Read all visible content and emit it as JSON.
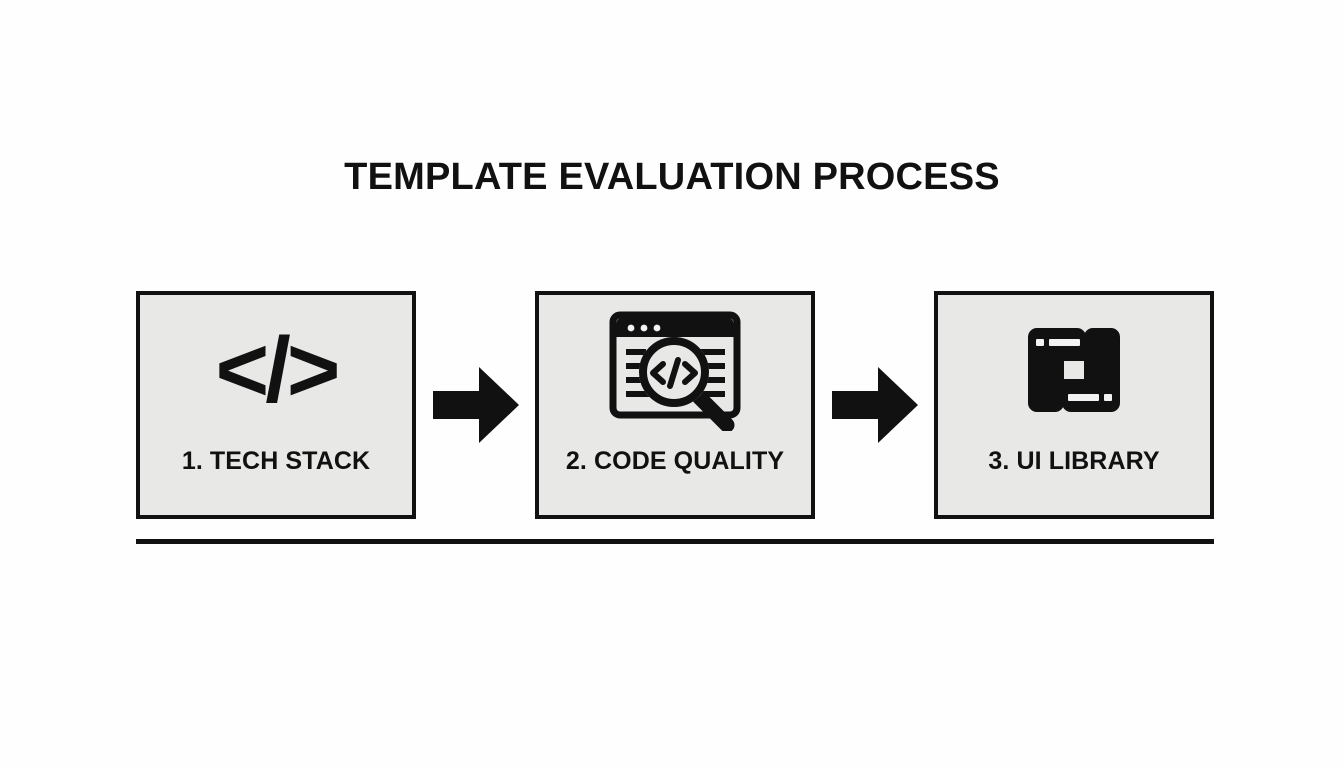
{
  "page": {
    "background_color": "#fefefe",
    "ink_color": "#111111",
    "box_fill_color": "#e8e8e7"
  },
  "header": {
    "title": "TEMPLATE EVALUATION PROCESS"
  },
  "diagram": {
    "type": "horizontal-process-flow",
    "orientation": "left-to-right",
    "steps": [
      {
        "label": "1. TECH STACK",
        "icon_name": "code-brackets-icon",
        "icon_glyph": "</>"
      },
      {
        "label": "2. CODE QUALITY",
        "icon_name": "browser-code-magnifier-icon",
        "icon_glyph": "</>"
      },
      {
        "label": "3. UI LIBRARY",
        "icon_name": "ui-layout-blocks-icon",
        "icon_glyph": ""
      }
    ],
    "connectors": [
      {
        "icon_name": "arrow-right-icon",
        "direction": "right"
      },
      {
        "icon_name": "arrow-right-icon",
        "direction": "right"
      }
    ],
    "divider": {
      "name": "bottom-rule",
      "color": "#111111"
    }
  }
}
